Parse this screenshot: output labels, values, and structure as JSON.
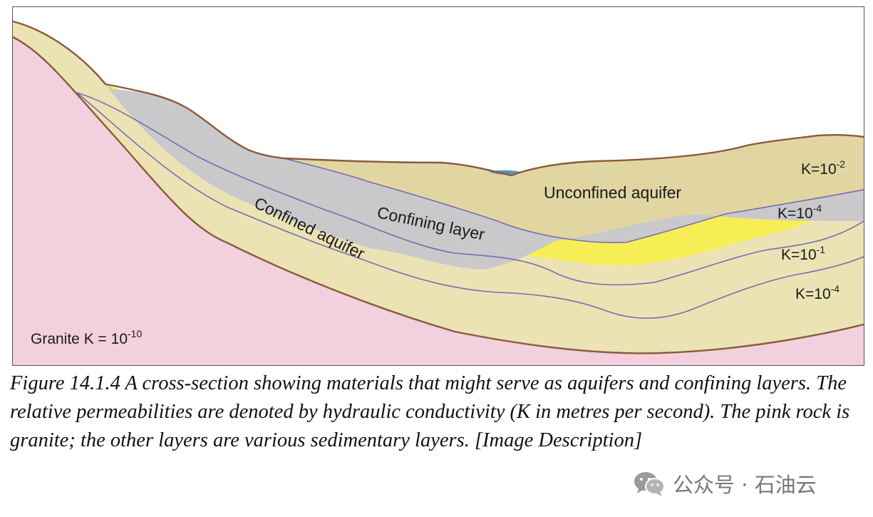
{
  "diagram": {
    "layers": [
      {
        "name": "Unconfined aquifer",
        "k_base": "K=10",
        "k_exp": "-2"
      },
      {
        "name": "Confining layer",
        "k_base": "K=10",
        "k_exp": "-4"
      },
      {
        "name": "Confined aquifer",
        "k_base": "K=10",
        "k_exp": "-1"
      },
      {
        "name": "",
        "k_base": "K=10",
        "k_exp": "-4"
      },
      {
        "name": "Granite",
        "k_base": "Granite K = 10",
        "k_exp": "-10"
      }
    ],
    "colors": {
      "granite": "#f2d0dd",
      "lower_sediment": "#ece3b5",
      "confined_aquifer": "#f7ee55",
      "confining_layer": "#c9c9cb",
      "unconfined_aquifer": "#e1d6a2",
      "water": "#5b8fc4",
      "surface_line": "#8a5a3c",
      "contact_line": "#7a6ab0"
    }
  },
  "caption": "Figure 14.1.4 A cross-section showing materials that might serve as aquifers and confining layers. The relative permeabilities are denoted by hydraulic conductivity (K in metres per second). The pink rock is granite; the other layers are various sedimentary layers. [Image Description]",
  "watermark": {
    "icon": "wechat-icon",
    "text": "公众号 · 石油云"
  }
}
